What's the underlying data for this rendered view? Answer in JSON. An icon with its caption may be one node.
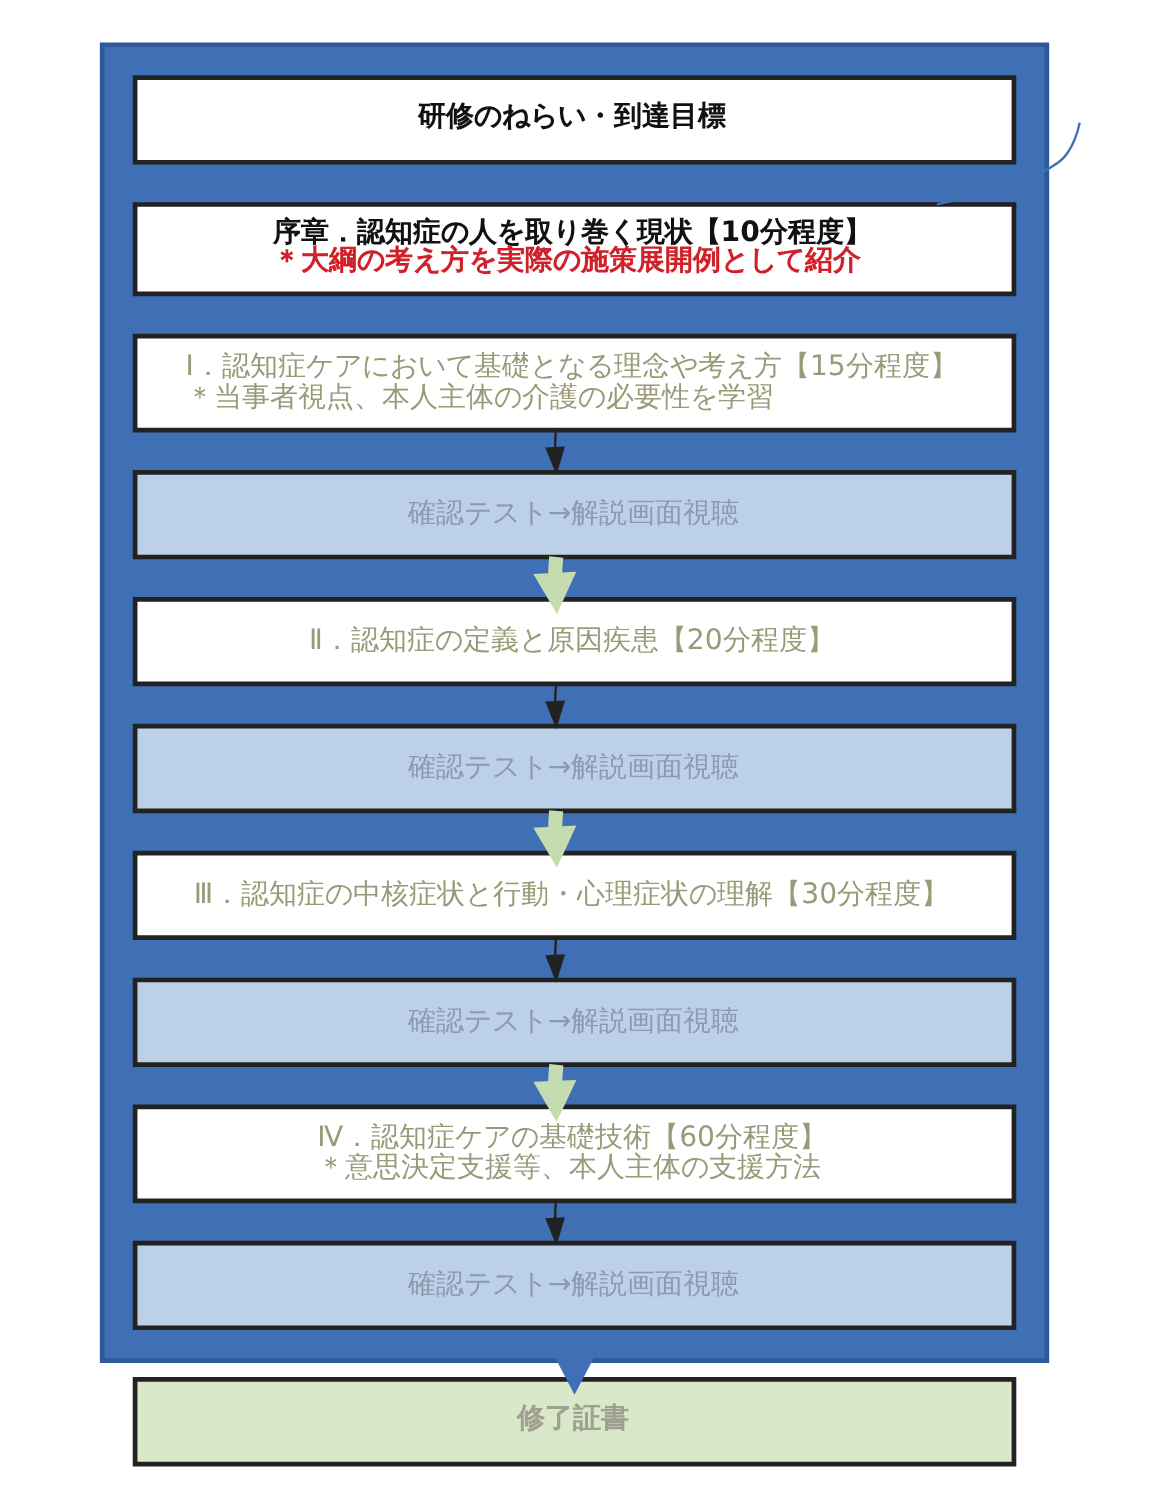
{
  "diagram": {
    "nodes": [
      {
        "text": [],
        "shape": "box"
      },
      {
        "text": [
          "研修のねらい・到達目標"
        ],
        "in": 0
      },
      {
        "text": [
          "序章．認知症の人を取り巻く現状【10分程度】",
          "＊大綱の考え方を実際の施策展開例として紹介"
        ],
        "in": 0
      },
      {
        "text": [
          "Ⅰ．認知症ケアにおいて基礎となる理念や考え方【15分程度】",
          "＊当事者視点、本人主体の介護の必要性を学習"
        ],
        "in": 0
      },
      {
        "text": [
          "確認テスト→解説画面視聴"
        ],
        "in": 0
      },
      {
        "text": [
          "Ⅱ．認知症の定義と原因疾患【20分程度】"
        ],
        "in": 0
      },
      {
        "text": [
          "確認テスト→解説画面視聴"
        ],
        "in": 0
      },
      {
        "text": [
          "Ⅲ．認知症の中核症状と行動・心理症状の理解【30分程度】"
        ],
        "in": 0
      },
      {
        "text": [
          "確認テスト→解説画面視聴"
        ],
        "in": 0
      },
      {
        "text": [
          "Ⅳ．認知症ケアの基礎技術【60分程度】",
          "＊意思決定支援等、本人主体の支援方法"
        ],
        "in": 0
      },
      {
        "text": [
          "確認テスト→解説画面視聴"
        ],
        "in": 0
      },
      {
        "text": [
          "修了証書"
        ]
      }
    ],
    "edges": [
      {
        "from": 3,
        "to": 4,
        "arrow": "to"
      },
      {
        "from": 4,
        "to": 5,
        "arrow": "to",
        "color": "#c5dcb0",
        "style": "thick"
      },
      {
        "from": 5,
        "to": 6,
        "arrow": "to"
      },
      {
        "from": 6,
        "to": 7,
        "arrow": "to",
        "color": "#c5dcb0",
        "style": "thick"
      },
      {
        "from": 7,
        "to": 8,
        "arrow": "to"
      },
      {
        "from": 8,
        "to": 9,
        "arrow": "to",
        "color": "#c5dcb0",
        "style": "thick"
      },
      {
        "from": 9,
        "to": 10,
        "arrow": "to"
      },
      {
        "from": 0,
        "to": 11,
        "arrow": "to",
        "color": "#3f6fb5",
        "style": "thick"
      },
      {
        "from": 2,
        "to": null,
        "arrow": "none",
        "color": "#3f6fb5"
      }
    ]
  }
}
